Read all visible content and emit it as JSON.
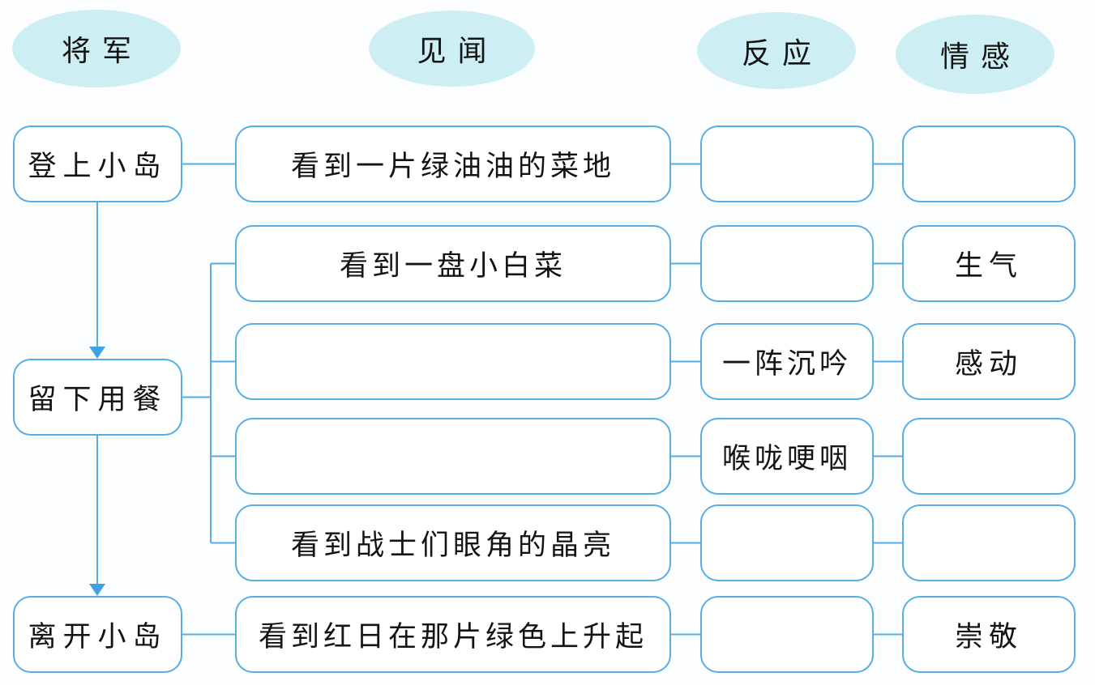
{
  "diagram": {
    "headers": {
      "general": "将军",
      "seen": "见闻",
      "reaction": "反应",
      "emotion": "情感"
    },
    "general_steps": {
      "step1": "登上小岛",
      "step2": "留下用餐",
      "step3": "离开小岛"
    },
    "rows": [
      {
        "seen": "看到一片绿油油的菜地",
        "reaction": "",
        "emotion": ""
      },
      {
        "seen": "看到一盘小白菜",
        "reaction": "",
        "emotion": "生气"
      },
      {
        "seen": "",
        "reaction": "一阵沉吟",
        "emotion": "感动"
      },
      {
        "seen": "",
        "reaction": "喉咙哽咽",
        "emotion": ""
      },
      {
        "seen": "看到战士们眼角的晶亮",
        "reaction": "",
        "emotion": ""
      },
      {
        "seen": "看到红日在那片绿色上升起",
        "reaction": "",
        "emotion": "崇敬"
      }
    ],
    "colors": {
      "accent_line": "#57ade4",
      "arrowhead": "#3fa2e2",
      "ellipse_fill": "#cdeef3",
      "box_fill": "#ffffff",
      "text": "#141414",
      "background": "#fcfdfe"
    }
  }
}
